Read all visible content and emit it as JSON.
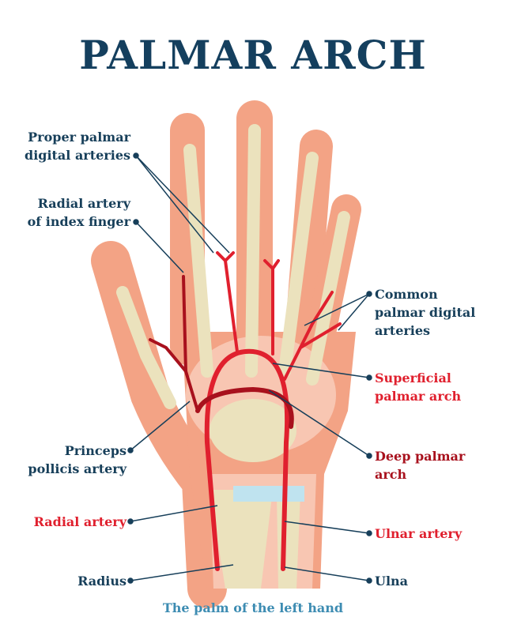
{
  "title": "PALMAR ARCH",
  "subtitle": "The palm of the left hand",
  "labels": {
    "proper_palmar_digital": [
      "Proper palmar",
      "digital arteries"
    ],
    "radial_index": [
      "Radial artery",
      "of index finger"
    ],
    "common_palmar_digital": [
      "Common",
      "palmar digital",
      "arteries"
    ],
    "superficial_arch": [
      "Superficial",
      "palmar arch"
    ],
    "princeps_pollicis": [
      "Princeps",
      "pollicis artery"
    ],
    "deep_arch": [
      "Deep palmar",
      "arch"
    ],
    "radial_artery": "Radial artery",
    "ulnar_artery": "Ulnar artery",
    "radius": "Radius",
    "ulna": "Ulna"
  },
  "colors": {
    "title": "#143f5e",
    "artery": "#e0202e",
    "deep_artery": "#a8111d",
    "label": "#173f5a",
    "subtitle": "#3d8cb2"
  }
}
